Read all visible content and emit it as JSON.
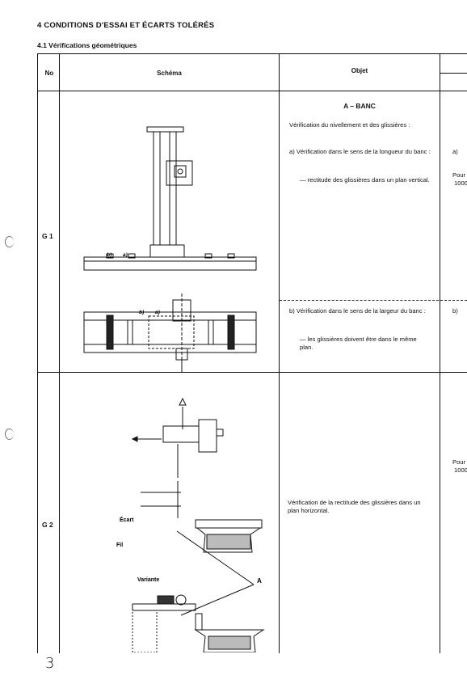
{
  "header": {
    "section_title": "4  CONDITIONS D'ESSAI ET ÉCARTS TOLÉRÉS",
    "subsection_title": "4.1  Vérifications géométriques"
  },
  "table": {
    "columns": {
      "number": "No",
      "schema": "Schéma",
      "objet": "Objet"
    },
    "rows": [
      {
        "id": "G 1",
        "heading": "A – BANC",
        "intro": "Vérification du nivellement et des glissières :",
        "item_a": "a) Vérification dans le sens de la longueur du banc :",
        "item_a_detail": "— rectitude des glissières dans un plan vertical.",
        "item_b": "b) Vérification dans le sens de la largeur du banc :",
        "item_b_detail": "— les glissières doivent être dans le même plan.",
        "right_a": "a)",
        "right_pour": "Pour",
        "right_1000": "1000",
        "right_b": "b)",
        "fig_labels": {
          "b": "b)",
          "a": "a)"
        }
      },
      {
        "id": "G 2",
        "text": "Vérification de la rectitude des glissières dans un plan horizontal.",
        "right_pour": "Pour",
        "right_1000": "1000",
        "fig_labels": {
          "ecart": "Écart",
          "fil": "Fil",
          "variante": "Variante",
          "A": "A"
        }
      }
    ]
  },
  "page_number": "3"
}
